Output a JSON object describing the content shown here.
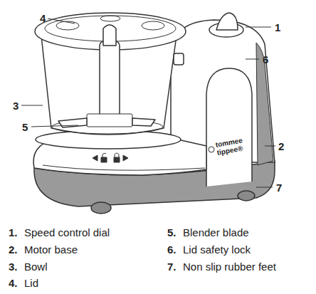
{
  "diagram": {
    "labels": [
      "4",
      "1",
      "6",
      "3",
      "5",
      "2",
      "7",
      "tommee",
      "tippee®",
      "1.",
      "Speed control dial",
      "5.",
      "Blender blade",
      "2.",
      "Motor base",
      "6.",
      "Lid safety lock",
      "3.",
      "Bowl",
      "7.",
      "Non slip rubber feet",
      "4.",
      "Lid"
    ]
  }
}
